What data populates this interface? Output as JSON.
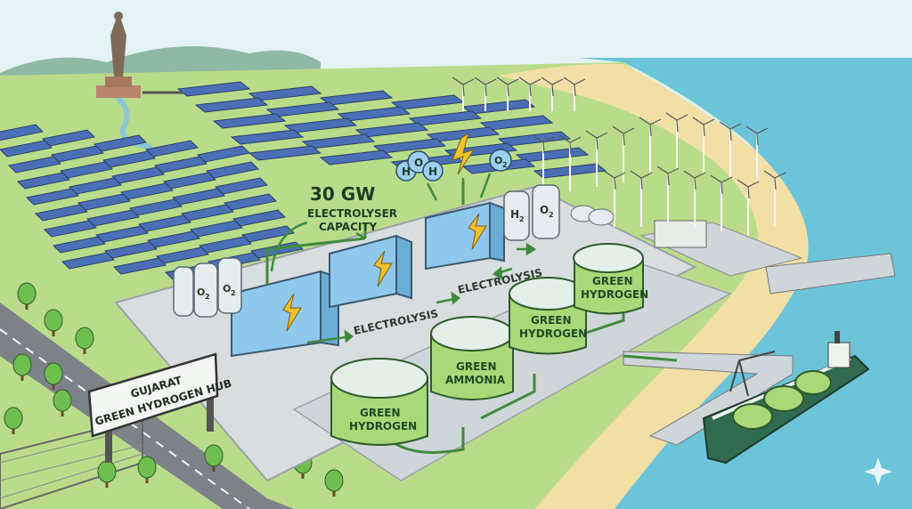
{
  "headline": {
    "capacity": "30 GW",
    "caption_line1": "ELECTROLYSER",
    "caption_line2": "CAPACITY"
  },
  "sign": {
    "line1": "GUJARAT",
    "line2": "GREEN HYDROGEN HUB"
  },
  "process_labels": {
    "electrolysis_front": "ELECTROLYSIS",
    "electrolysis_back": "ELECTROLYSIS"
  },
  "molecules": {
    "water_h_left": "H",
    "water_o": "O",
    "water_h_right": "H",
    "oxygen": "O",
    "oxygen_sub": "2"
  },
  "gas_labels": {
    "o2_main": "O",
    "o2_main_sub": "2",
    "o2_small": "O",
    "o2_small_sub": "2",
    "h2": "H",
    "h2_sub": "2",
    "o2_right": "O",
    "o2_right_sub": "2"
  },
  "storage_tanks": {
    "front_line1": "GREEN",
    "front_line2": "HYDROGEN",
    "ammonia_line1": "GREEN",
    "ammonia_line2": "AMMONIA",
    "mid_line1": "GREEN",
    "mid_line2": "HYDROGEN",
    "back_line1": "GREEN",
    "back_line2": "HYDROGEN"
  },
  "colors": {
    "land": "#b9dc8a",
    "sea": "#6cc4d8",
    "sand": "#f2dfa6",
    "green_tank": "#a8d878",
    "solar_panel": "#4a6fb5",
    "platform": "#d8dde0"
  }
}
